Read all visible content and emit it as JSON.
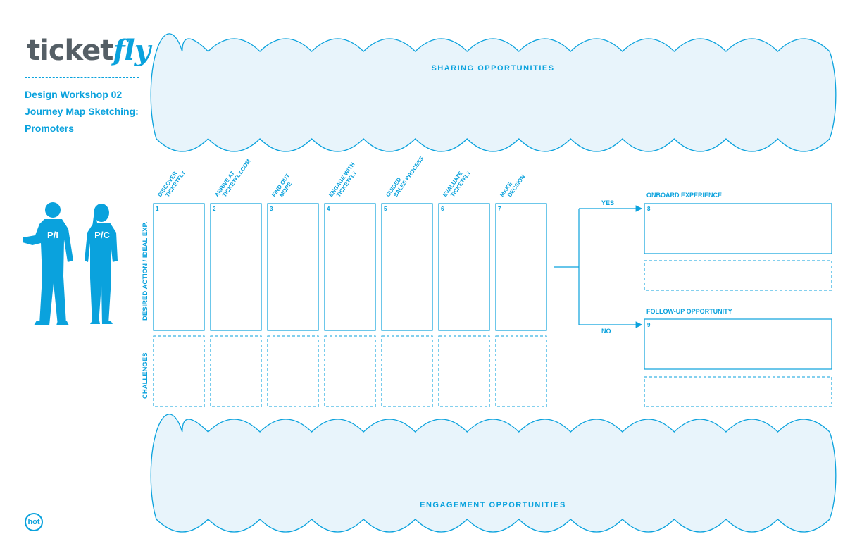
{
  "brand": {
    "logo_ticket": "ticket",
    "logo_fly": "fly",
    "badge": "hot",
    "accent_color": "#0aa2dd",
    "fill_color": "#e8f4fb",
    "logo_gray": "#555f66"
  },
  "sidebar": {
    "line1": "Design Workshop 02",
    "line2": "Journey Map Sketching:",
    "line3": "Promoters"
  },
  "personas": [
    "P/I",
    "P/C"
  ],
  "clouds": {
    "top_label": "SHARING OPPORTUNITIES",
    "bottom_label": "ENGAGEMENT OPPORTUNITIES"
  },
  "row_labels": {
    "desired": "DESIRED ACTION / IDEAL EXP.",
    "challenges": "CHALLENGES"
  },
  "stages": [
    {
      "number": "1",
      "lines": [
        "DISCOVER",
        "TICKETFLY"
      ]
    },
    {
      "number": "2",
      "lines": [
        "ARRIVE AT",
        "TICKETFLY.COM"
      ]
    },
    {
      "number": "3",
      "lines": [
        "FIND OUT",
        "MORE"
      ]
    },
    {
      "number": "4",
      "lines": [
        "ENGAGE WITH",
        "TICKETFLY"
      ]
    },
    {
      "number": "5",
      "lines": [
        "GUIDED",
        "SALES PROCESS"
      ]
    },
    {
      "number": "6",
      "lines": [
        "EVALUATE",
        "TICKETFLY"
      ]
    },
    {
      "number": "7",
      "lines": [
        "MAKE",
        "DECSION"
      ]
    }
  ],
  "branch": {
    "yes_label": "YES",
    "no_label": "NO",
    "onboard_title": "ONBOARD EXPERIENCE",
    "onboard_number": "8",
    "followup_title": "FOLLOW-UP OPPORTUNITY",
    "followup_number": "9"
  }
}
